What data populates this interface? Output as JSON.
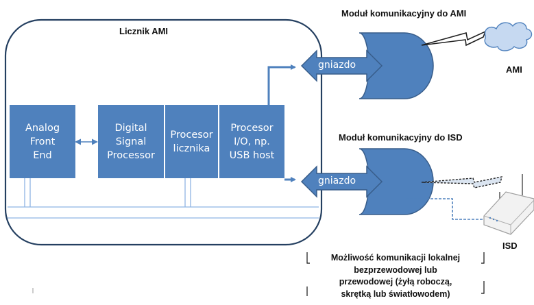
{
  "meter": {
    "title": "Licznik AMI",
    "blocks": {
      "afe": "Analog\nFront\nEnd",
      "dsp": "Digital\nSignal\nProcessor",
      "meter_cpu": "Procesor\nlicznika",
      "io_cpu": "Procesor\nI/O, np.\nUSB host"
    }
  },
  "modules": {
    "ami_title": "Moduł komunikacyjny do AMI",
    "isd_title": "Moduł komunikacyjny do ISD",
    "socket_label": "gniazdo"
  },
  "endpoints": {
    "ami": "AMI",
    "isd": "ISD"
  },
  "note": {
    "lines": [
      "Możliwość  komunikacji lokalnej",
      "bezprzewodowej lub",
      "przewodowej (żyłą roboczą,",
      "skrętką lub światłowodem)"
    ]
  },
  "colors": {
    "block_fill": "#4f81bd",
    "block_border": "#385d8a",
    "meter_outline": "#243f60",
    "arrow": "#4f81bd"
  }
}
